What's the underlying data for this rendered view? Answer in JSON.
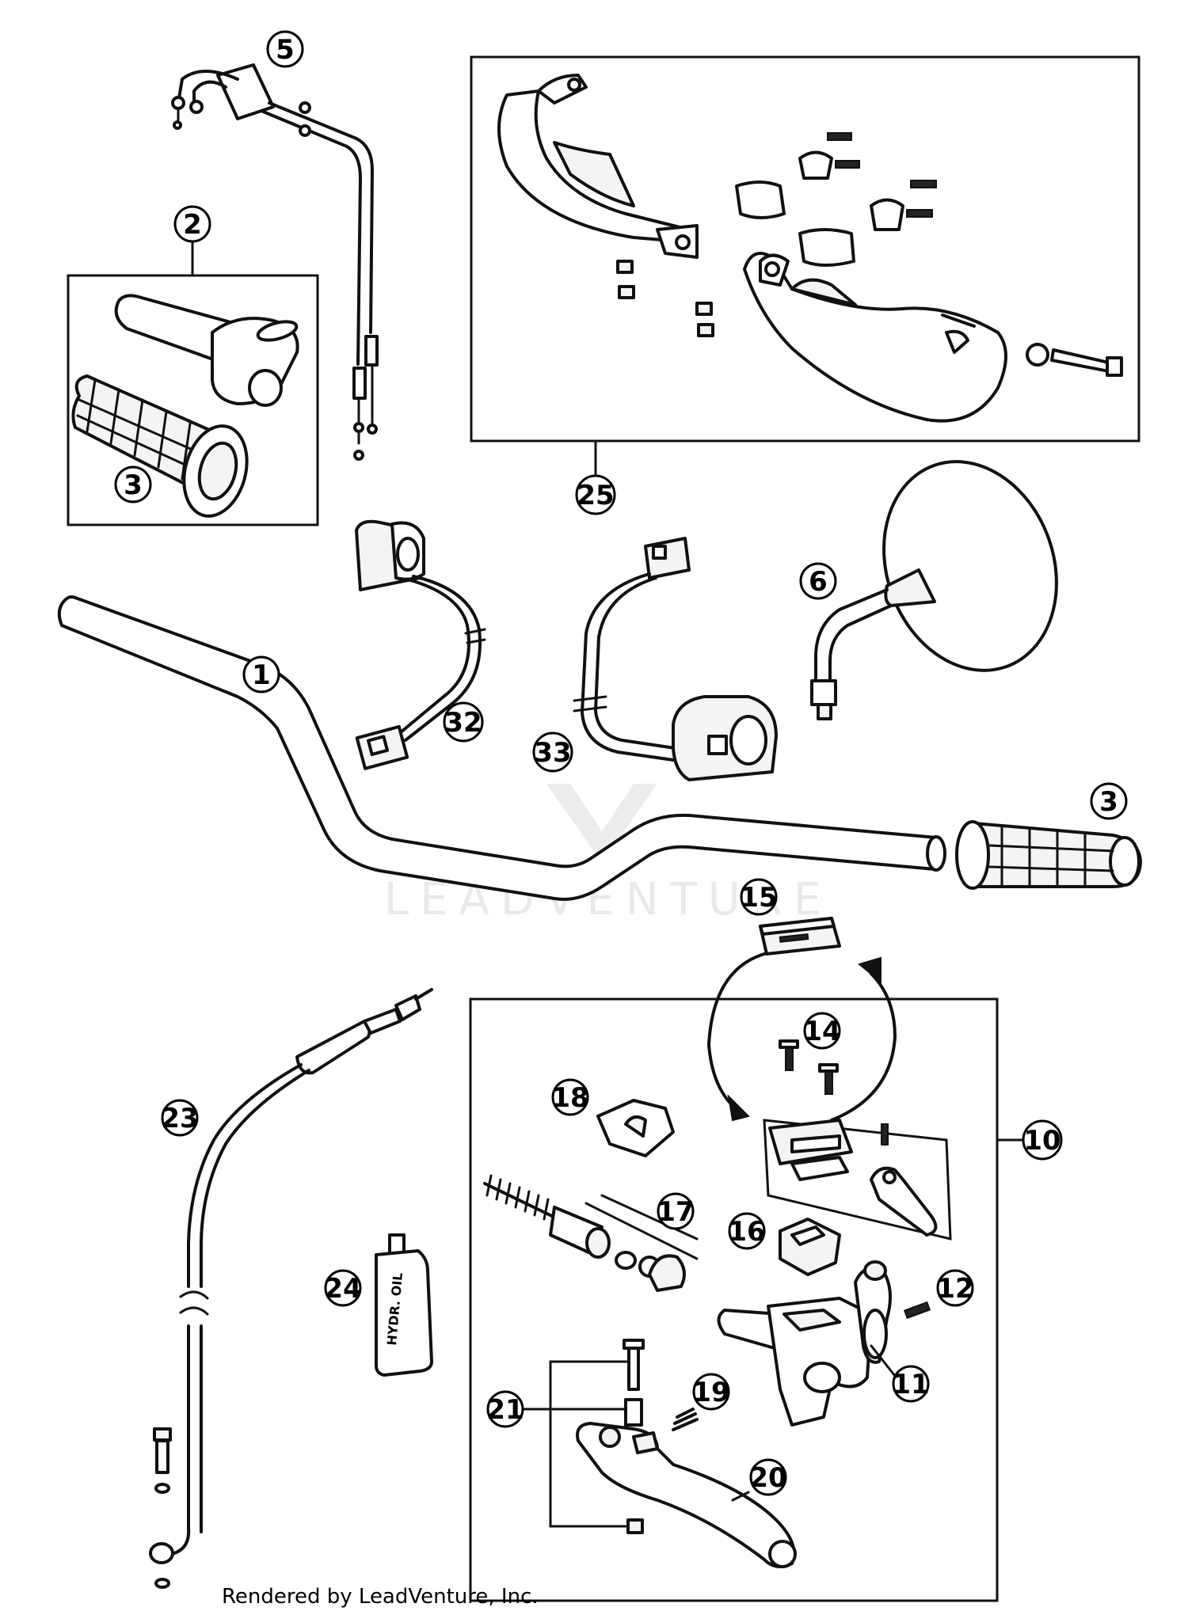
{
  "watermark": "LEADVENTURE",
  "credit": "Rendered by LeadVenture, Inc.",
  "callouts": {
    "c1": "1",
    "c2": "2",
    "c3a": "3",
    "c3b": "3",
    "c5": "5",
    "c6": "6",
    "c10": "10",
    "c11": "11",
    "c12": "12",
    "c14": "14",
    "c15": "15",
    "c16": "16",
    "c17": "17",
    "c18": "18",
    "c19": "19",
    "c20": "20",
    "c21": "21",
    "c23": "23",
    "c24": "24",
    "c25": "25",
    "c32": "32",
    "c33": "33"
  },
  "bottle_label": "HYDR. OIL"
}
